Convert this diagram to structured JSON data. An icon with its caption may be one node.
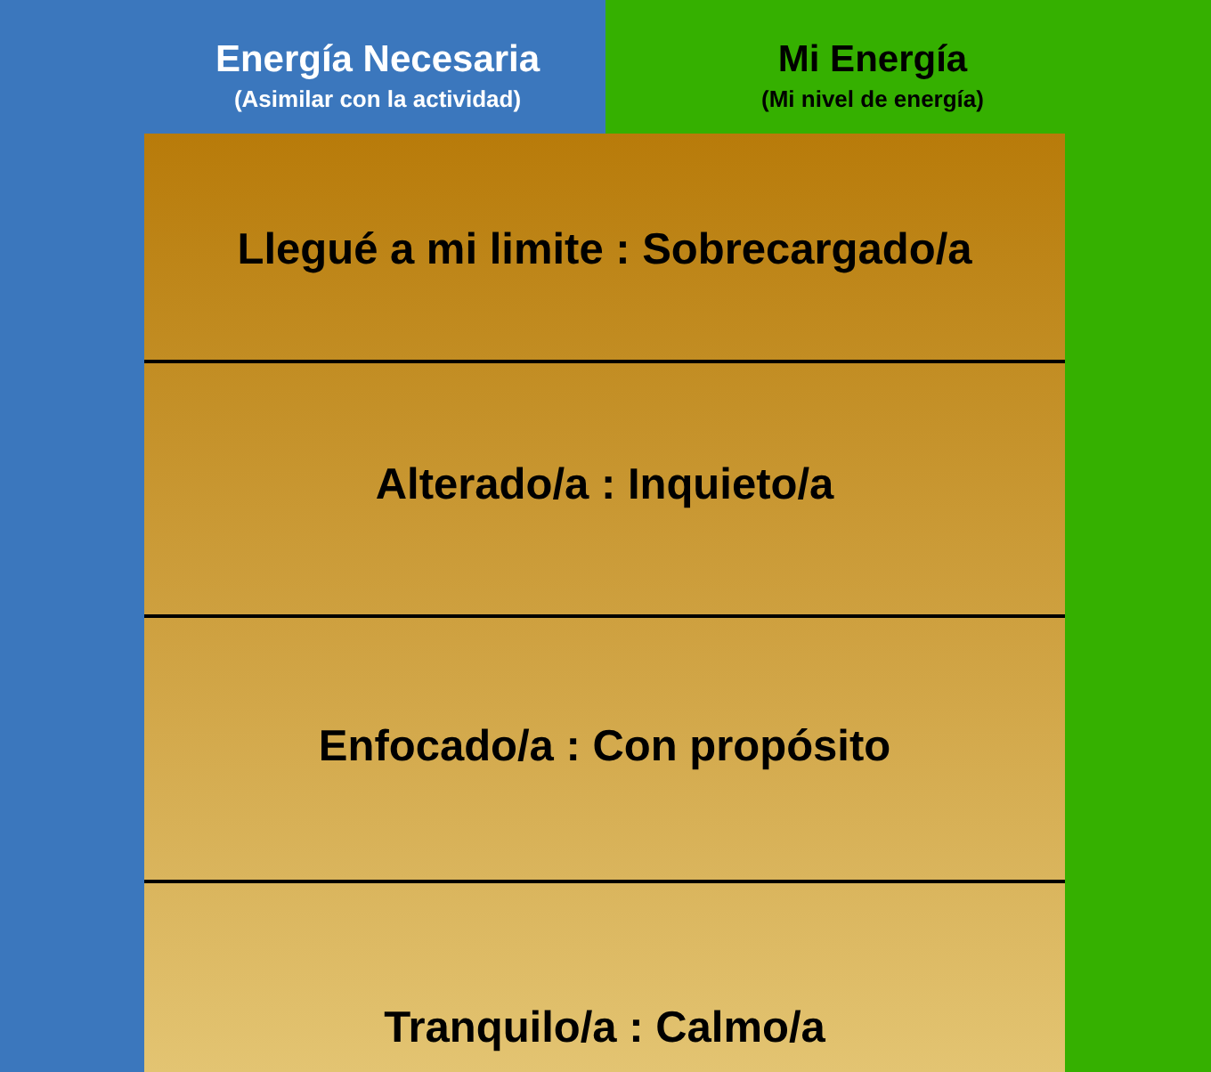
{
  "diagram": {
    "nodes": [
      {
        "text": [
          "Energía Necesaria",
          "(Asimilar con la actividad)"
        ]
      },
      {
        "text": [
          "Mi Energía",
          "(Mi nivel de energía)"
        ]
      },
      {
        "text": [
          "Llegué a mi limite : Sobrecargado/a"
        ]
      },
      {
        "text": [
          "Alterado/a : Inquieto/a"
        ]
      },
      {
        "text": [
          "Enfocado/a : Con propósito"
        ]
      },
      {
        "text": [
          "Tranquilo/a : Calmo/a"
        ]
      }
    ]
  }
}
